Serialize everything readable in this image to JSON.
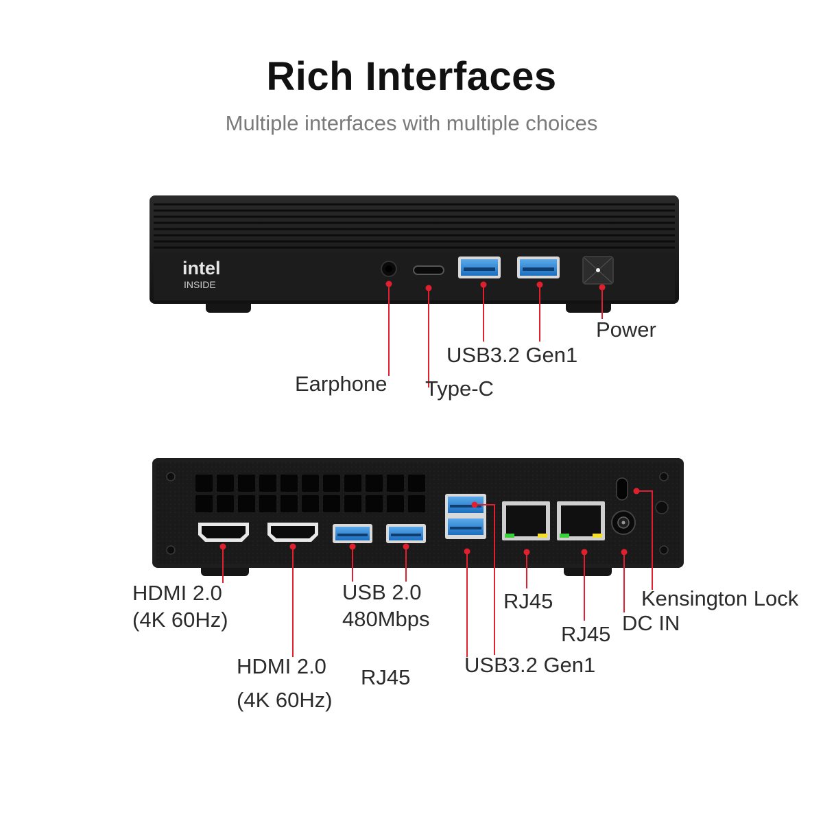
{
  "header": {
    "title": "Rich Interfaces",
    "subtitle": "Multiple interfaces with multiple choices"
  },
  "front": {
    "brand_line1": "intel",
    "brand_line2": "INSIDE",
    "labels": {
      "earphone": "Earphone",
      "type_c": "Type-C",
      "usb32": "USB3.2 Gen1",
      "power": "Power"
    }
  },
  "rear": {
    "labels": {
      "hdmi1_line1": "HDMI 2.0",
      "hdmi1_line2": "(4K 60Hz)",
      "hdmi2_line1": "HDMI 2.0",
      "hdmi2_line2": "(4K 60Hz)",
      "usb20_line1": "USB 2.0",
      "usb20_line2": "480Mbps",
      "rj45_a": "RJ45",
      "rj45_b": "RJ45",
      "rj45_c": "RJ45",
      "usb32": "USB3.2 Gen1",
      "dc_in": "DC IN",
      "kensington": "Kensington Lock"
    }
  },
  "colors": {
    "accent_red": "#e0202e",
    "usb3_blue": "#2f86d6",
    "chassis": "#1e1e1e"
  }
}
